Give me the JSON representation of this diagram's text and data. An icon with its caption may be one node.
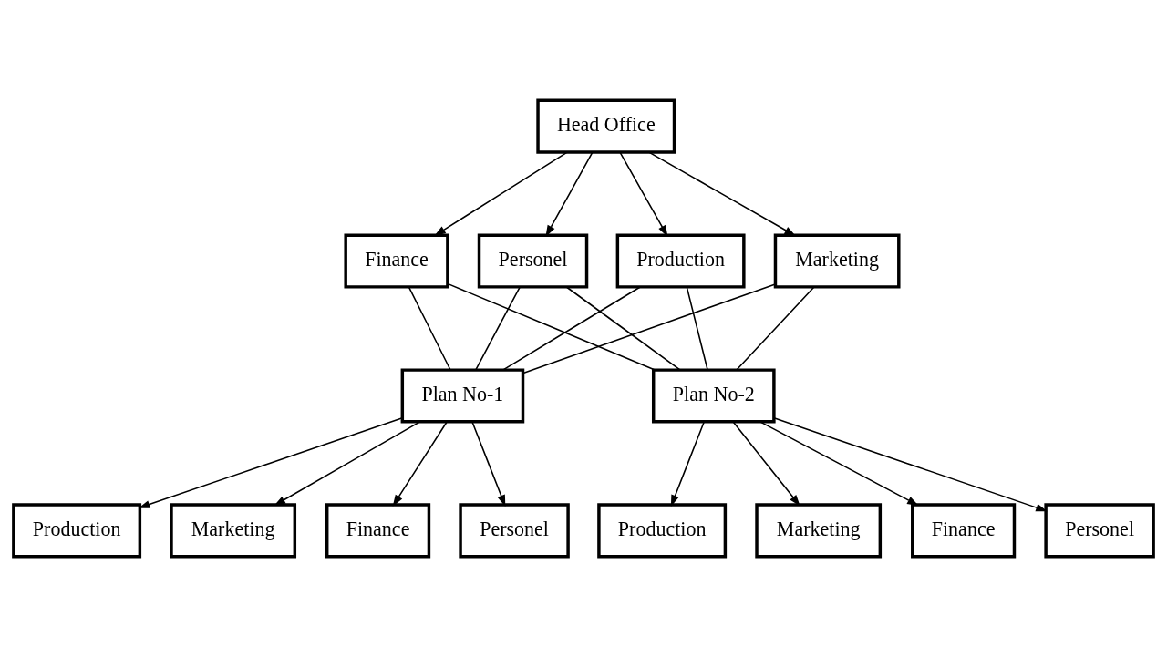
{
  "diagram": {
    "nodes": [
      {
        "text": [
          "Head Office"
        ]
      },
      {
        "text": [
          "Production"
        ]
      },
      {
        "text": [
          "Marketing"
        ]
      },
      {
        "text": [
          "Finance"
        ]
      },
      {
        "text": [
          "Personel"
        ]
      },
      {
        "text": [
          "Plan No-1"
        ]
      },
      {
        "text": [
          "Plan No-2"
        ]
      },
      {
        "text": [
          "Production"
        ]
      },
      {
        "text": [
          "Marketing"
        ]
      },
      {
        "text": [
          "Finance"
        ]
      },
      {
        "text": [
          "Personel"
        ]
      },
      {
        "text": [
          "Production"
        ]
      },
      {
        "text": [
          "Marketing"
        ]
      },
      {
        "text": [
          "Finance"
        ]
      },
      {
        "text": [
          "Personel"
        ]
      }
    ],
    "edges": [
      {
        "from": 0,
        "to": 1,
        "arrow": "to"
      },
      {
        "from": 0,
        "to": 2,
        "arrow": "to"
      },
      {
        "from": 0,
        "to": 3,
        "arrow": "to"
      },
      {
        "from": 0,
        "to": 4,
        "arrow": "to"
      },
      {
        "from": 1,
        "to": 5,
        "arrow": "none"
      },
      {
        "from": 1,
        "to": 6,
        "arrow": "none"
      },
      {
        "from": 2,
        "to": 5,
        "arrow": "none"
      },
      {
        "from": 2,
        "to": 6,
        "arrow": "none"
      },
      {
        "from": 3,
        "to": 5,
        "arrow": "none"
      },
      {
        "from": 3,
        "to": 6,
        "arrow": "none"
      },
      {
        "from": 4,
        "to": 5,
        "arrow": "none"
      },
      {
        "from": 4,
        "to": 6,
        "arrow": "none"
      },
      {
        "from": 5,
        "to": 7,
        "arrow": "to"
      },
      {
        "from": 5,
        "to": 8,
        "arrow": "to"
      },
      {
        "from": 5,
        "to": 9,
        "arrow": "to"
      },
      {
        "from": 5,
        "to": 10,
        "arrow": "to"
      },
      {
        "from": 6,
        "to": 11,
        "arrow": "to"
      },
      {
        "from": 6,
        "to": 12,
        "arrow": "to"
      },
      {
        "from": 6,
        "to": 13,
        "arrow": "to"
      },
      {
        "from": 6,
        "to": 14,
        "arrow": "to"
      }
    ]
  }
}
